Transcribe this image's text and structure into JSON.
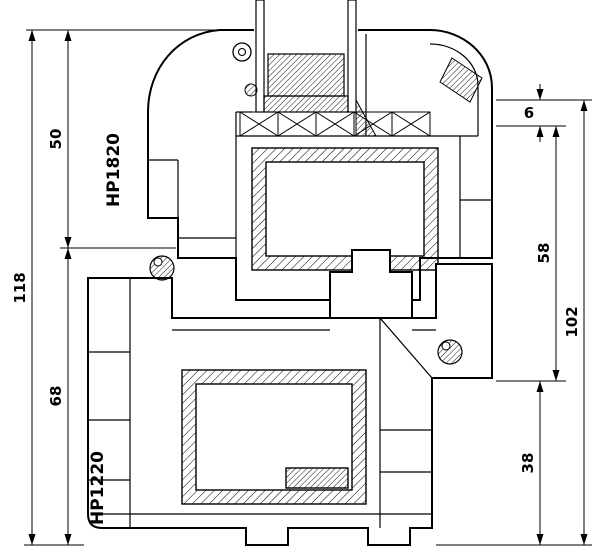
{
  "profiles": {
    "upper": "HP1820",
    "lower": "HP1220"
  },
  "dimensions": {
    "left_upper": "50",
    "left_total": "118",
    "left_lower": "68",
    "right_gap": "6",
    "right_middle": "58",
    "right_total": "102",
    "right_bottom": "38"
  },
  "colors": {
    "line": "#000000",
    "background": "#ffffff"
  }
}
